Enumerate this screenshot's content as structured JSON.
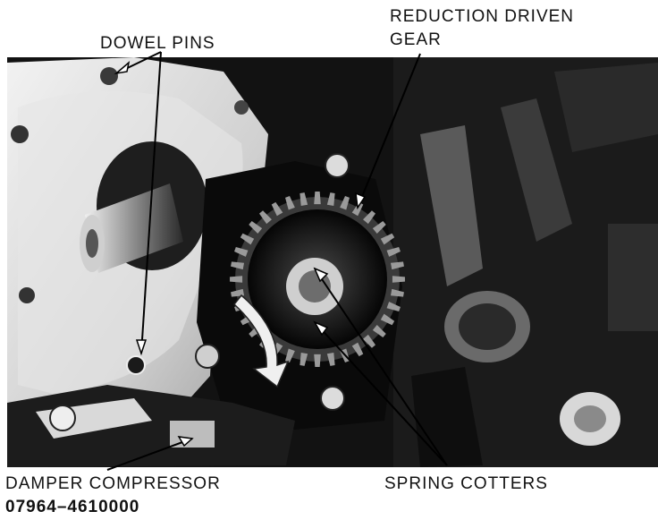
{
  "figure": {
    "labels": {
      "dowel_pins": "DOWEL PINS",
      "reduction_driven_gear_line1": "REDUCTION DRIVEN",
      "reduction_driven_gear_line2": "GEAR",
      "damper_compressor": "DAMPER COMPRESSOR",
      "damper_compressor_part": "07964–4610000",
      "spring_cotters": "SPRING COTTERS"
    }
  }
}
